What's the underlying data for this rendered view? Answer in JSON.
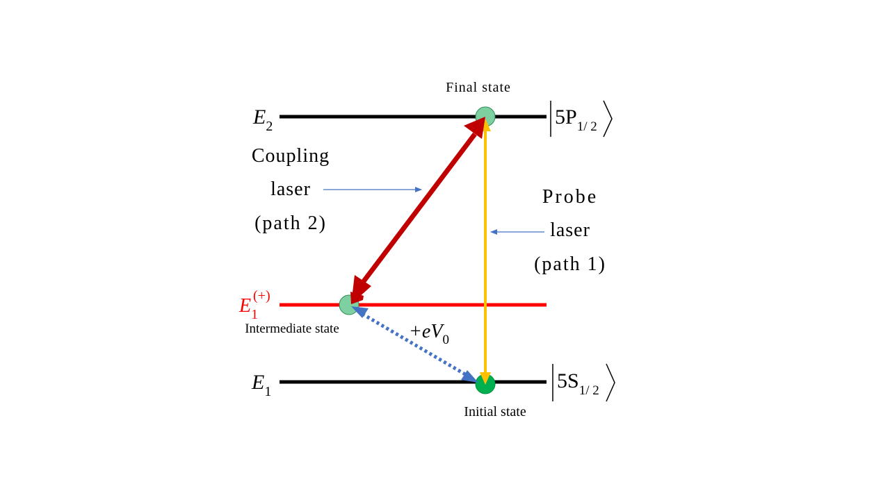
{
  "levels": {
    "e2": {
      "symbol": "E",
      "subscript": "2",
      "ket_main": "5P",
      "ket_sub": "1/ 2"
    },
    "e1_plus": {
      "symbol": "E",
      "subscript": "1",
      "superscript": "(+)"
    },
    "e1": {
      "symbol": "E",
      "subscript": "1",
      "ket_main": "5S",
      "ket_sub": "1/ 2"
    }
  },
  "states": {
    "final": "Final state",
    "intermediate": "Intermediate state",
    "initial": "Initial state"
  },
  "coupling": {
    "line1": "Coupling",
    "line2": "laser",
    "line3": "(path 2)"
  },
  "probe": {
    "line1": "Probe",
    "line2": "laser",
    "line3": "(path 1)"
  },
  "bias": {
    "prefix": "+eV",
    "subscript": "0"
  },
  "colors": {
    "level_black": "#000000",
    "level_red": "#ff0000",
    "coupling_arrow": "#c00000",
    "probe_arrow": "#ffc000",
    "bias_arrow": "#4472c4",
    "pointer_arrow": "#4472c4",
    "state_light": "#7fd0a0",
    "state_dark": "#00b050"
  }
}
